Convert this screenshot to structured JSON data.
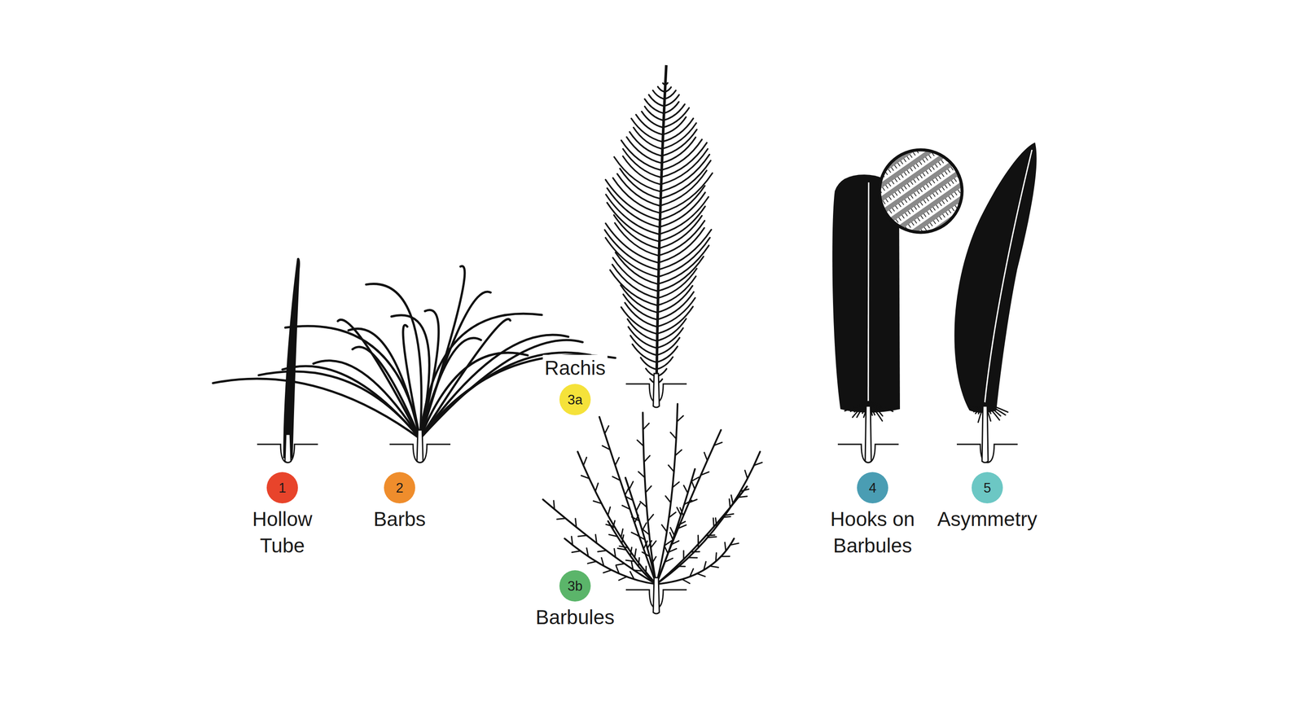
{
  "diagram": {
    "nodes": [
      {
        "text": [
          "1",
          "Hollow Tube"
        ]
      },
      {
        "text": [
          "2",
          "Barbs"
        ]
      },
      {
        "text": [
          "3a",
          "Rachis"
        ]
      },
      {
        "text": [
          "3b",
          "Barbules"
        ]
      },
      {
        "text": [
          "4",
          "Hooks on Barbules"
        ]
      },
      {
        "text": [
          "5",
          "Asymmetry"
        ]
      }
    ],
    "edges": [
      {
        "from": 0,
        "to": 1,
        "arrow": "to"
      },
      {
        "from": 1,
        "to": 2,
        "arrow": "to"
      },
      {
        "from": 1,
        "to": 3,
        "arrow": "to"
      },
      {
        "from": 2,
        "to": 4,
        "arrow": "to"
      },
      {
        "from": 3,
        "to": 4,
        "arrow": "to"
      },
      {
        "from": 4,
        "to": 5,
        "arrow": "to"
      }
    ]
  }
}
